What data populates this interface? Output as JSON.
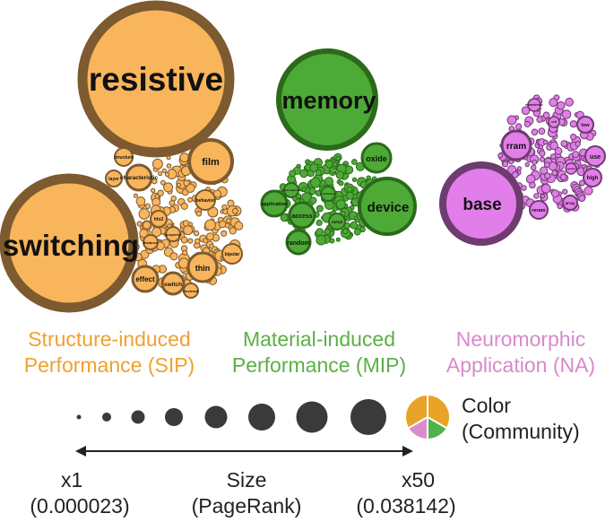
{
  "colors": {
    "sip_fill": "#f9b55c",
    "sip_ring": "#7d5a2f",
    "mip_fill": "#4eaa37",
    "mip_ring": "#2a6a1a",
    "na_fill": "#e27ee9",
    "na_ring": "#6e3c70",
    "sip_text": "#f0a030",
    "mip_text": "#5bb045",
    "na_text": "#d88acb",
    "legend_dot": "#3a3a3a",
    "pie_orange": "#e8a428",
    "pie_green": "#4fb24a",
    "pie_pink": "#d98ccb"
  },
  "clusters": {
    "sip": {
      "labels": [
        "resistive",
        "switching",
        "film",
        "characteristic",
        "structure",
        "layer",
        "behavior",
        "thin",
        "effect",
        "switch",
        "bipolar",
        "hfo2",
        "electrode",
        "distance",
        "property"
      ]
    },
    "mip": {
      "labels": [
        "memory",
        "device",
        "oxide",
        "application",
        "access",
        "random",
        "metal",
        "semiconductor",
        "conduction"
      ]
    },
    "na": {
      "labels": [
        "base",
        "rram",
        "memristor",
        "low",
        "use",
        "high",
        "array",
        "reram",
        "cell",
        "power"
      ]
    }
  },
  "captions": {
    "sip": {
      "line1": "Structure-induced",
      "line2": "Performance (SIP)"
    },
    "mip": {
      "line1": "Material-induced",
      "line2": "Performance (MIP)"
    },
    "na": {
      "line1": "Neuromorphic",
      "line2": "Application (NA)"
    }
  },
  "legend": {
    "color_line1": "Color",
    "color_line2": "(Community)",
    "size_min_label": "x1",
    "size_min_value": "(0.000023)",
    "size_label": "Size",
    "size_sub": "(PageRank)",
    "size_max_label": "x50",
    "size_max_value": "(0.038142)"
  }
}
